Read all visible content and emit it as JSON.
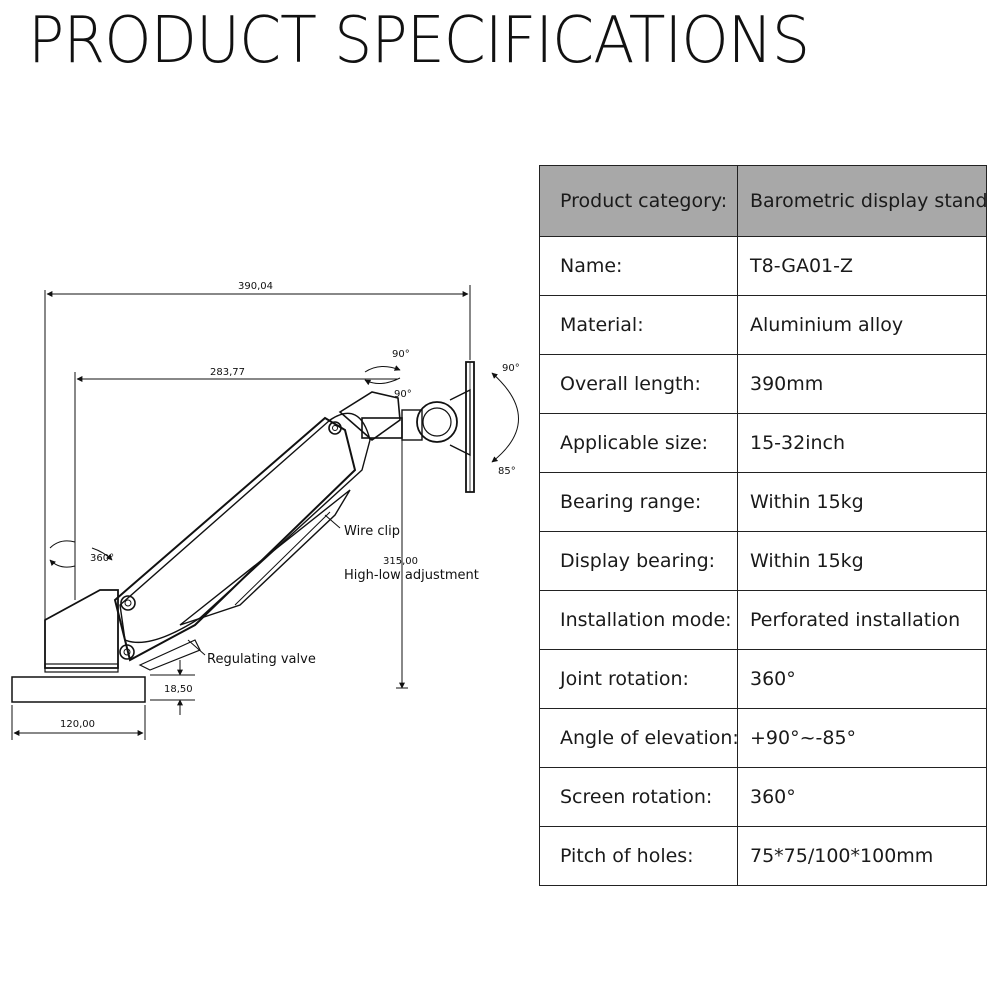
{
  "page": {
    "title": "PRODUCT SPECIFICATIONS"
  },
  "drawing": {
    "dimensions": {
      "overall_length": "390,04",
      "arm_reach": "283,77",
      "height": "315,00",
      "base_thickness": "18,50",
      "base_width": "120,00"
    },
    "angles": {
      "base_rotation": "360°",
      "swivel_top": "90°",
      "swivel_bottom": "90°",
      "tilt_up": "90°",
      "tilt_down": "85°"
    },
    "callouts": {
      "wire_clip": "Wire clip",
      "high_low": "High-low adjustment",
      "valve": "Regulating valve"
    }
  },
  "specs": {
    "header": {
      "label": "Product category:",
      "value": "Barometric display stand"
    },
    "rows": [
      {
        "label": "Name:",
        "value": "T8-GA01-Z"
      },
      {
        "label": "Material:",
        "value": "Aluminium alloy"
      },
      {
        "label": "Overall length:",
        "value": "390mm"
      },
      {
        "label": "Applicable size:",
        "value": "15-32inch"
      },
      {
        "label": "Bearing range:",
        "value": "Within 15kg"
      },
      {
        "label": "Display bearing:",
        "value": "Within 15kg"
      },
      {
        "label": "Installation mode:",
        "value": "Perforated installation"
      },
      {
        "label": "Joint rotation:",
        "value": "360°"
      },
      {
        "label": "Angle of elevation:",
        "value": "+90°~-85°"
      },
      {
        "label": "Screen rotation:",
        "value": "360°"
      },
      {
        "label": "Pitch of holes:",
        "value": "75*75/100*100mm"
      }
    ]
  }
}
